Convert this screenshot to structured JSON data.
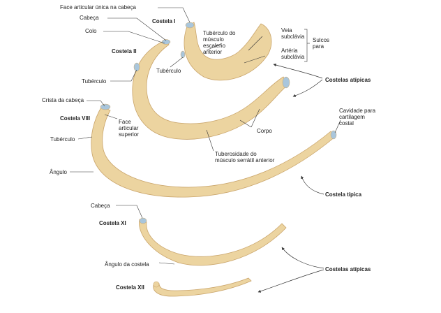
{
  "colors": {
    "bone": "#ecd4a0",
    "bone_edge": "#c9a46a",
    "cartilage": "#a9c6dc",
    "line": "#333333",
    "text": "#222222"
  },
  "labels": {
    "face_articular_unica": "Face articular única na cabeça",
    "cabeca_top": "Cabeça",
    "colo": "Colo",
    "costela_i": "Costela I",
    "costela_ii": "Costela II",
    "tuberculo_escaleno": [
      "Tubérculo do",
      "músculo",
      "escaleno",
      "anterior"
    ],
    "veia_subclavia": [
      "Veia",
      "subclávia"
    ],
    "arteria_subclavia": [
      "Artéria",
      "subclávia"
    ],
    "sulcos_para": [
      "Sulcos",
      "para"
    ],
    "tuberculo_ii": "Tubérculo",
    "tuberculo_i": "Tubérculo",
    "costelas_atipicas_top": "Costelas atípicas",
    "crista_cabeca": "Crista da cabeça",
    "costela_viii": "Costela VIII",
    "face_articular_superior": [
      "Face",
      "articular",
      "superior"
    ],
    "tuberculo_viii": "Tubérculo",
    "corpo": "Corpo",
    "tuberosidade": [
      "Tuberosidade do",
      "músculo serrátil anterior"
    ],
    "cavidade": [
      "Cavidade para",
      "cartilagem",
      "costal"
    ],
    "angulo": "Ângulo",
    "costela_tipica": "Costela típica",
    "cabeca_xi": "Cabeça",
    "costela_xi": "Costela XI",
    "angulo_costela": "Ângulo da costela",
    "costelas_atipicas_bottom": "Costelas atípicas",
    "costela_xii": "Costela XII"
  }
}
